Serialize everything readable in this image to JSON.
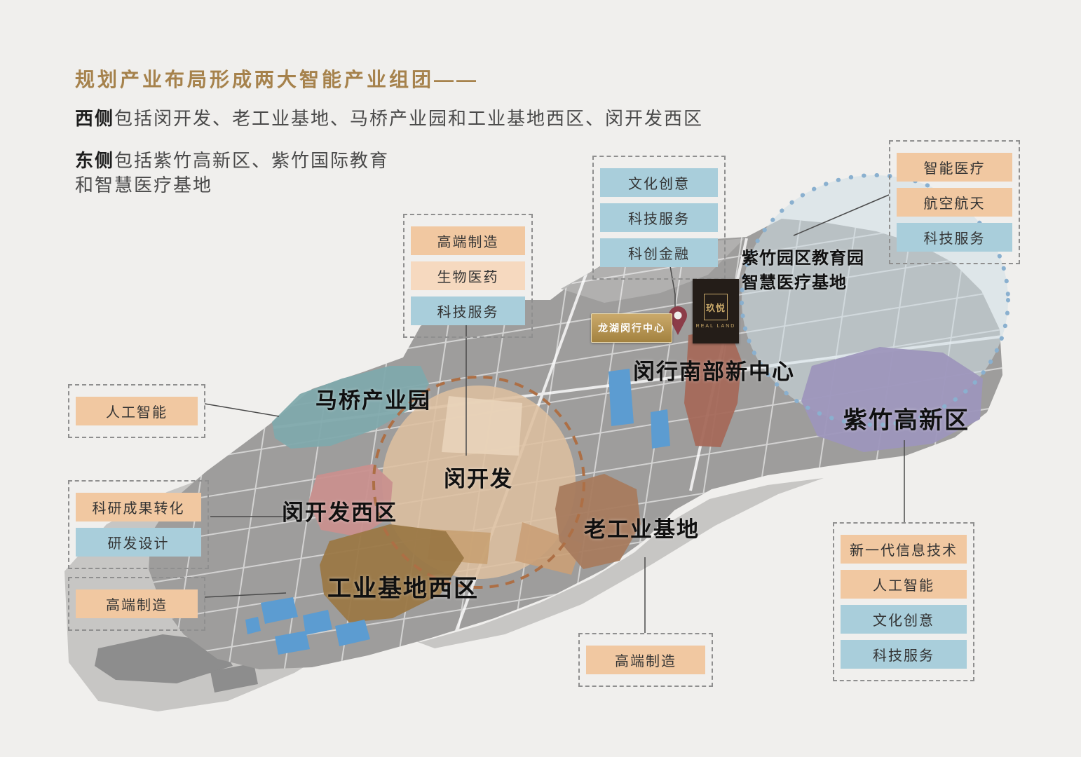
{
  "header": {
    "title": "规划产业布局形成两大智能产业组团——",
    "west_label": "西侧",
    "west_text": "包括闵开发、老工业基地、马桥产业园和工业基地西区、闵开发西区",
    "east_label": "东侧",
    "east_text": "包括紫竹高新区、紫竹国际教育",
    "east_text2": "和智慧医疗基地"
  },
  "tag_groups": {
    "minkaifa": {
      "items": [
        {
          "label": "高端制造",
          "color": "peach"
        },
        {
          "label": "生物医药",
          "color": "peach2"
        },
        {
          "label": "科技服务",
          "color": "blue"
        }
      ]
    },
    "south_center": {
      "items": [
        {
          "label": "文化创意",
          "color": "blue"
        },
        {
          "label": "科技服务",
          "color": "blue"
        },
        {
          "label": "科创金融",
          "color": "blue"
        }
      ]
    },
    "top_right": {
      "items": [
        {
          "label": "智能医疗",
          "color": "peach"
        },
        {
          "label": "航空航天",
          "color": "peach"
        },
        {
          "label": "科技服务",
          "color": "blue"
        }
      ]
    },
    "maqiao": {
      "items": [
        {
          "label": "人工智能",
          "color": "peach"
        }
      ]
    },
    "west_left": {
      "items": [
        {
          "label": "科研成果转化",
          "color": "peach"
        },
        {
          "label": "研发设计",
          "color": "blue"
        }
      ]
    },
    "bottom_left": {
      "items": [
        {
          "label": "高端制造",
          "color": "peach"
        }
      ]
    },
    "bottom_center": {
      "items": [
        {
          "label": "高端制造",
          "color": "peach"
        }
      ]
    },
    "zizhu": {
      "items": [
        {
          "label": "新一代信息技术",
          "color": "peach"
        },
        {
          "label": "人工智能",
          "color": "peach"
        },
        {
          "label": "文化创意",
          "color": "blue"
        },
        {
          "label": "科技服务",
          "color": "blue"
        }
      ]
    }
  },
  "regions": {
    "maqiao": "马桥产业园",
    "minkaifa": "闵开发",
    "minkaifa_west": "闵开发西区",
    "old_industrial": "老工业基地",
    "industrial_west": "工业基地西区",
    "south_center": "闵行南部新中心",
    "zizhu": "紫竹高新区",
    "edu_line1": "紫竹园区教育园",
    "edu_line2": "智慧医疗基地"
  },
  "logos": {
    "longfor": "龙湖闵行中心",
    "real_land_cn": "玖悦",
    "real_land_en": "REAL LAND"
  },
  "colors": {
    "title": "#a6824c",
    "tag_peach": "#f1c8a1",
    "tag_peach_light": "#f6d9bf",
    "tag_blue": "#a9cedb",
    "map_base": "#9e9d9c",
    "map_halo": "#c7c6c4",
    "maqiao_teal": "#7fa9ac",
    "minkaifa_tan": "#ddbf9f",
    "minkaifa_west_pink": "#c9908e",
    "industrial_west_brown": "#9b7846",
    "old_industrial_brown": "#a87b5e",
    "south_center_rust": "#a5695a",
    "zizhu_lavender": "#9d96bc",
    "water_blue": "#5c9cd1",
    "edu_circle_blue": "#8ab0cf",
    "minkaifa_dashed_circle": "#ad6f45",
    "pin_red": "#8c3c48"
  }
}
